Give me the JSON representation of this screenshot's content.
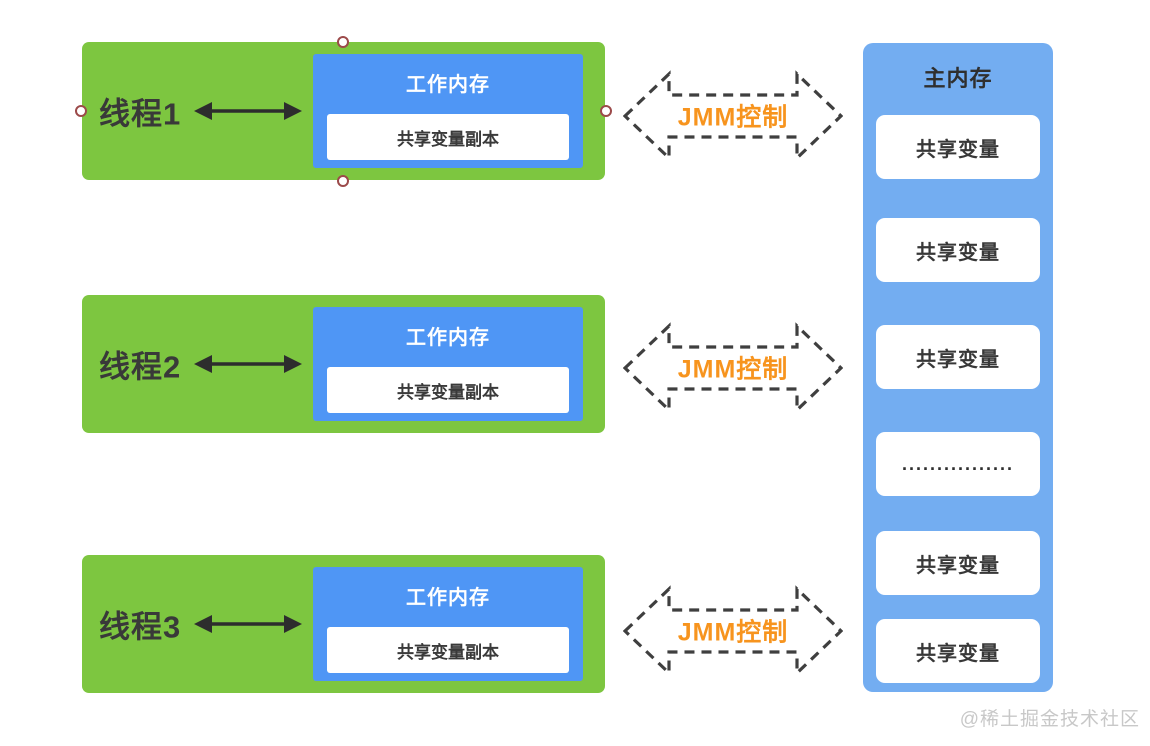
{
  "threads": [
    {
      "label": "线程1",
      "working_memory_label": "工作内存",
      "copy_label": "共享变量副本"
    },
    {
      "label": "线程2",
      "working_memory_label": "工作内存",
      "copy_label": "共享变量副本"
    },
    {
      "label": "线程3",
      "working_memory_label": "工作内存",
      "copy_label": "共享变量副本"
    }
  ],
  "jmm_arrows": [
    {
      "label": "JMM控制"
    },
    {
      "label": "JMM控制"
    },
    {
      "label": "JMM控制"
    }
  ],
  "main_memory": {
    "title": "主内存",
    "slots": [
      "共享变量",
      "共享变量",
      "共享变量",
      "................",
      "共享变量",
      "共享变量"
    ]
  },
  "watermark": "@稀土掘金技术社区",
  "colors": {
    "thread_green": "#7dc640",
    "working_memory_blue": "#4f96f5",
    "main_memory_blue": "#73adf1",
    "accent_orange": "#f7941e",
    "dashed_outline": "#3f3f3f",
    "handle_ring": "#9c4a4a"
  }
}
